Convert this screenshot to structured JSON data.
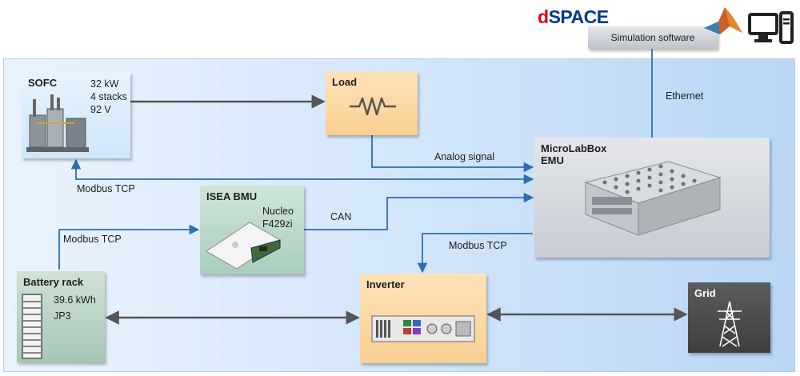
{
  "header": {
    "brand_prefix": "d",
    "brand_rest": "SPACE",
    "sim_label": "Simulation software",
    "matlab_icon": "matlab-logo-icon",
    "computer_icon": "desktop-computer-icon"
  },
  "nodes": {
    "sofc": {
      "title": "SOFC",
      "spec": [
        "32 kW",
        "4 stacks",
        "92 V"
      ]
    },
    "load": {
      "title": "Load"
    },
    "bmu": {
      "title": "ISEA BMU",
      "spec": [
        "Nucleo",
        "F429zi"
      ]
    },
    "microlabbox": {
      "title": [
        "MicroLabBox",
        "EMU"
      ]
    },
    "battery": {
      "title": "Battery rack",
      "spec": [
        "39.6 kWh",
        "JP3"
      ]
    },
    "inverter": {
      "title": "Inverter"
    },
    "grid": {
      "title": "Grid"
    }
  },
  "edges": {
    "ethernet": "Ethernet",
    "analog": "Analog signal",
    "modbus_sofc": "Modbus TCP",
    "can": "CAN",
    "modbus_battery": "Modbus TCP",
    "modbus_inverter": "Modbus TCP"
  },
  "colors": {
    "signal_line": "#2e6db4",
    "power_line": "#555555",
    "brand_red": "#e3000f",
    "brand_blue": "#003a8c"
  }
}
